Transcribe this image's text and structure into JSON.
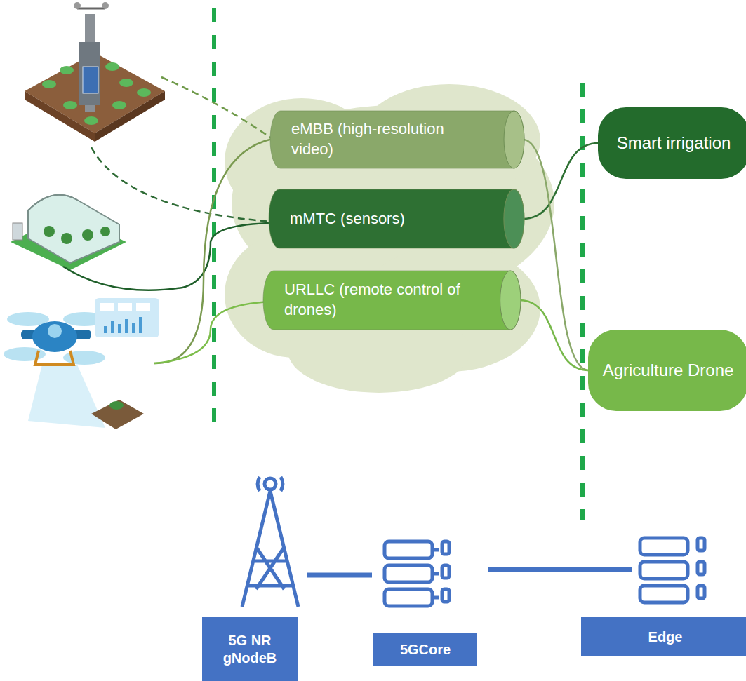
{
  "diagram": {
    "nodes": [
      {
        "text": [
          "eMBB (high-resolution video)"
        ]
      },
      {
        "text": [
          "mMTC (sensors)"
        ]
      },
      {
        "text": [
          "URLLC (remote control of drones)"
        ]
      },
      {
        "text": [
          "Smart irrigation"
        ]
      },
      {
        "text": [
          "Agriculture Drone"
        ]
      },
      {
        "text": [
          "5G NR gNodeB"
        ]
      },
      {
        "text": [
          "5GCore"
        ]
      },
      {
        "text": [
          "Edge"
        ]
      }
    ],
    "edges": [
      {
        "from": 1,
        "to": 3,
        "arrow": "none"
      },
      {
        "from": 0,
        "to": 4,
        "arrow": "none"
      },
      {
        "from": 2,
        "to": 4,
        "arrow": "none"
      }
    ]
  }
}
